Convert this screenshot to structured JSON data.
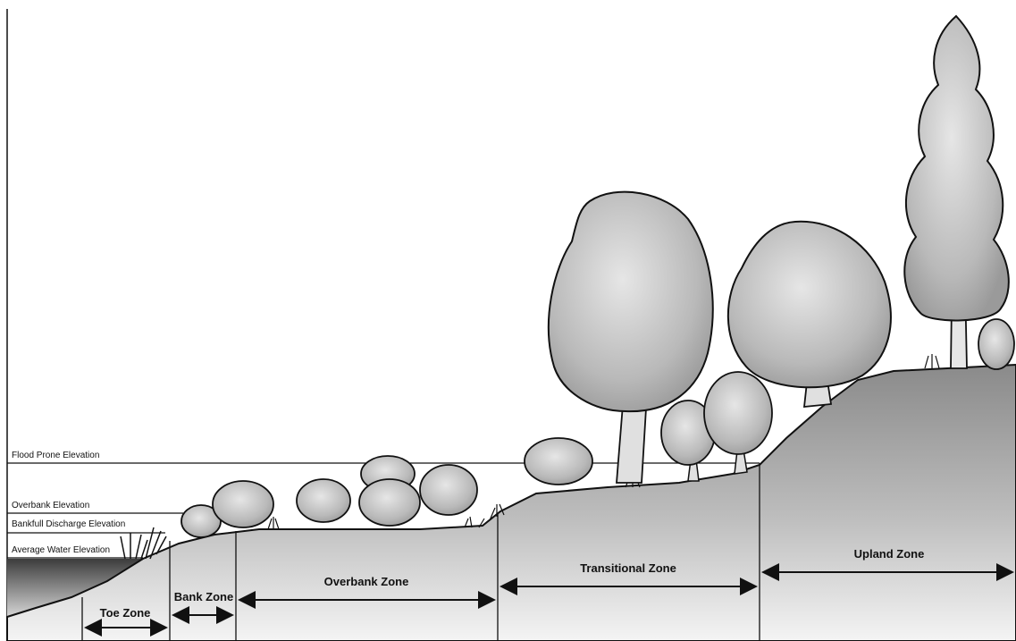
{
  "elevations": {
    "flood_prone": "Flood Prone Elevation",
    "overbank": "Overbank Elevation",
    "bankfull": "Bankfull Discharge Elevation",
    "average_water": "Average Water Elevation"
  },
  "zones": {
    "toe": "Toe Zone",
    "bank": "Bank Zone",
    "overbank": "Overbank Zone",
    "transitional": "Transitional Zone",
    "upland": "Upland Zone"
  },
  "colors": {
    "ground_light": "#d8d8d8",
    "ground_dark": "#7a7a7a",
    "foliage": "#c9c9c9",
    "water": "#5a5a5a",
    "line": "#111111"
  }
}
